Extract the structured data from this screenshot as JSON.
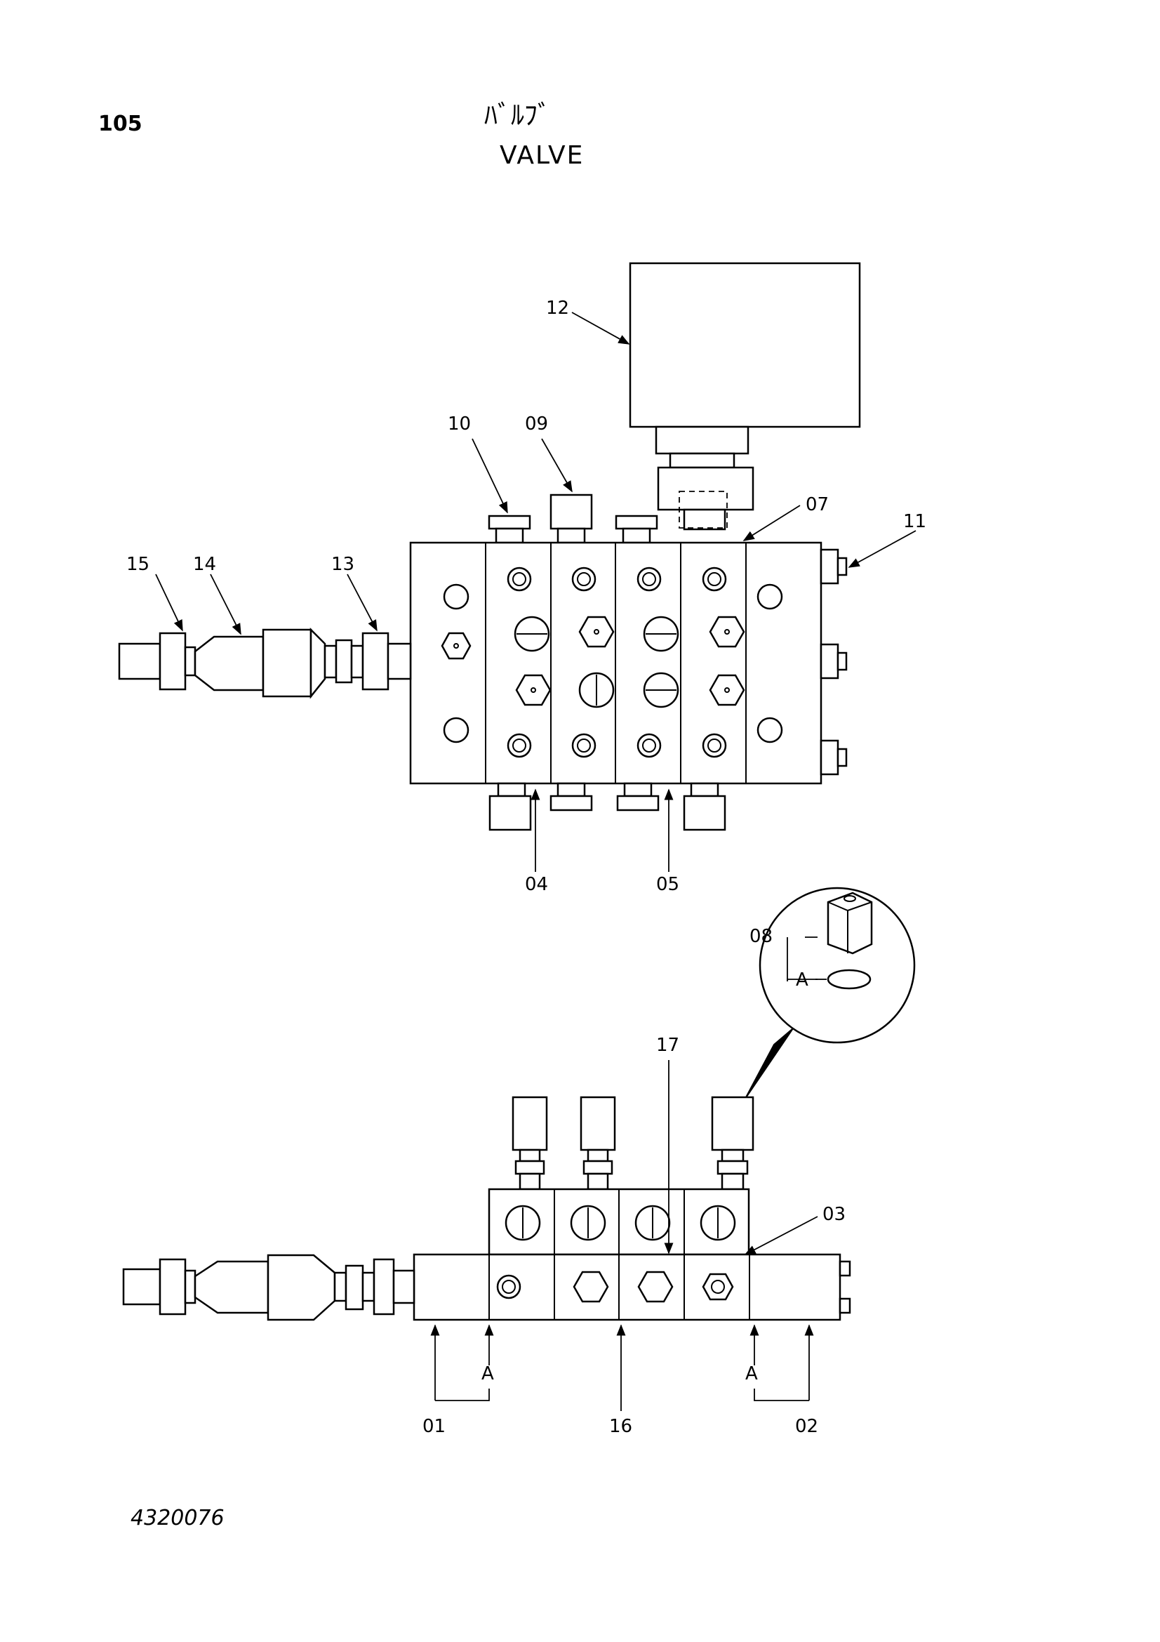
{
  "header": {
    "page_number": "105",
    "title_jp": "ﾊﾞﾙﾌﾞ",
    "title_en": "VALVE"
  },
  "footer": {
    "document_number": "4320076"
  },
  "callouts": {
    "c01": "01",
    "c02": "02",
    "c03": "03",
    "c04": "04",
    "c05": "05",
    "c07": "07",
    "c08": "08",
    "c09": "09",
    "c10": "10",
    "c11": "11",
    "c12": "12",
    "c13": "13",
    "c14": "14",
    "c15": "15",
    "c16": "16",
    "c17": "17",
    "detail_a": "A",
    "ref_a_left": "A",
    "ref_a_right": "A"
  }
}
